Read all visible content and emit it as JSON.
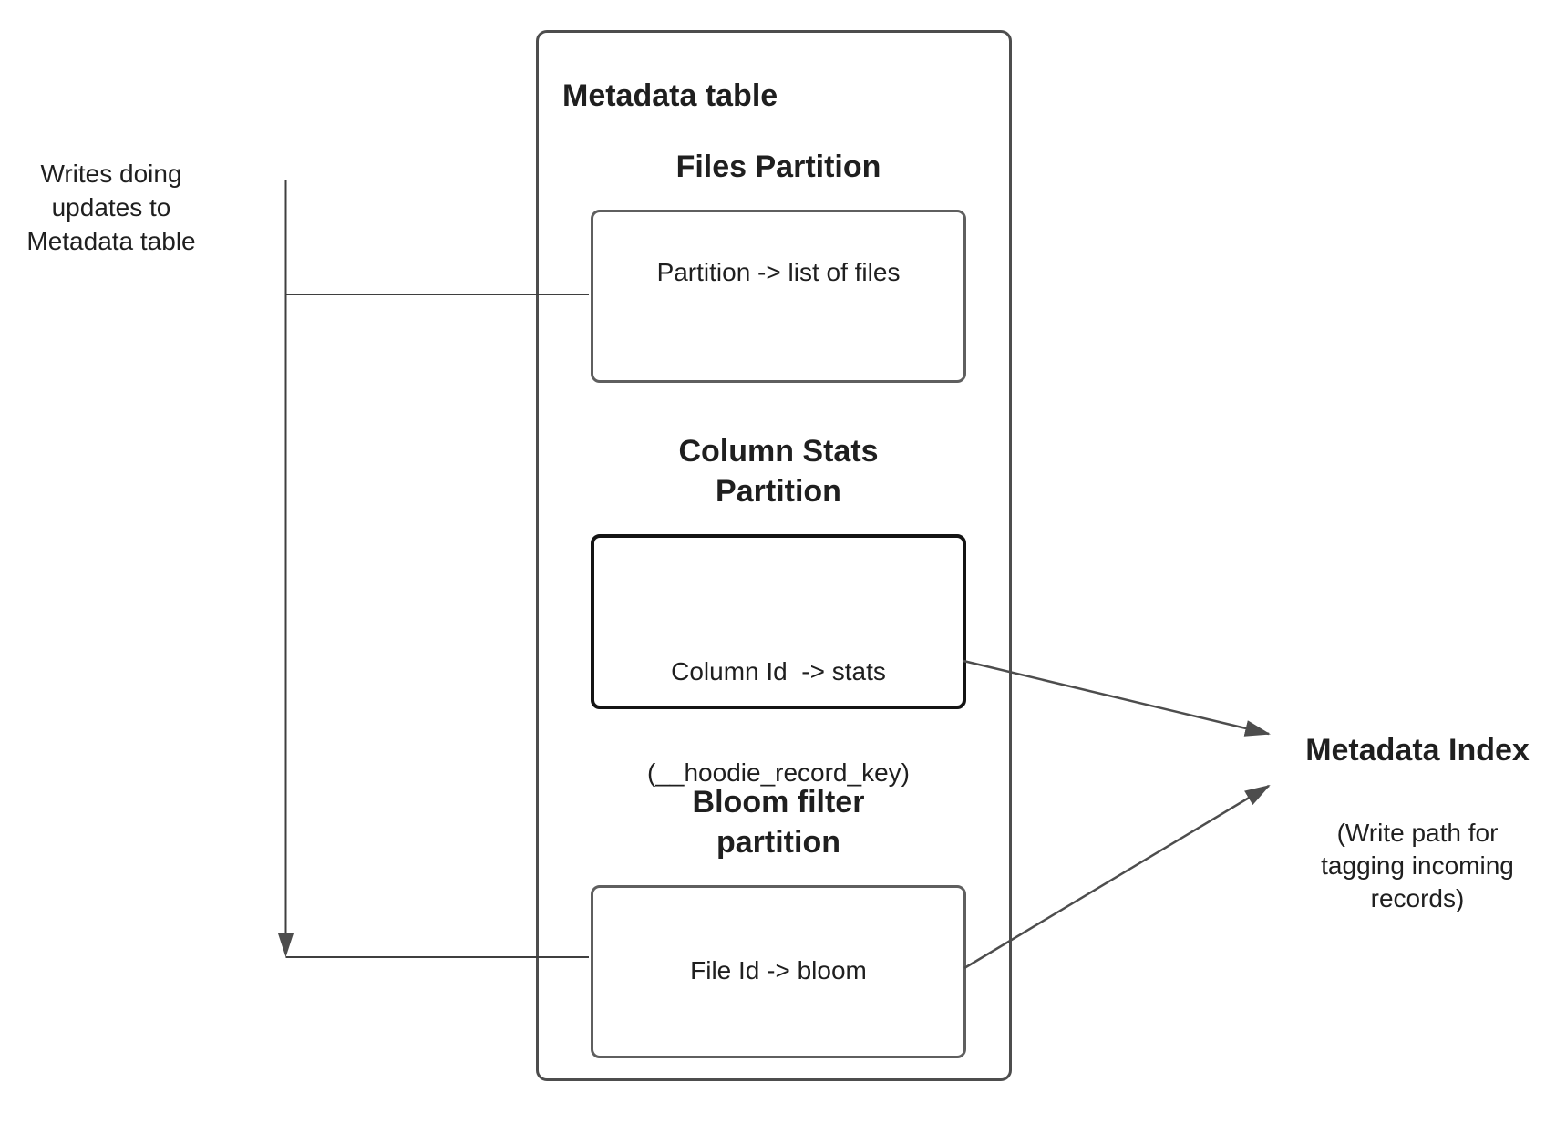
{
  "colors": {
    "line": "#3f3f3f",
    "arrow_fill": "#4d4d4d",
    "outer_border": "#4d4d4d",
    "inner_border": "#5f5f5f",
    "stats_border": "#141414",
    "text": "#1f1f1f",
    "background": "#ffffff"
  },
  "left_note": {
    "text": "Writes doing updates to Metadata table"
  },
  "metadata_table": {
    "title": "Metadata table",
    "files_partition": {
      "heading": "Files Partition",
      "content": "Partition -> list of files"
    },
    "column_stats_partition": {
      "heading": "Column Stats Partition",
      "content_line1": "Column Id  -> stats",
      "content_line2": "(__hoodie_record_key)"
    },
    "bloom_partition": {
      "heading": "Bloom filter partition",
      "content": "File Id -> bloom"
    }
  },
  "metadata_index": {
    "title": "Metadata Index",
    "subtitle": "(Write path for tagging incoming records)"
  }
}
